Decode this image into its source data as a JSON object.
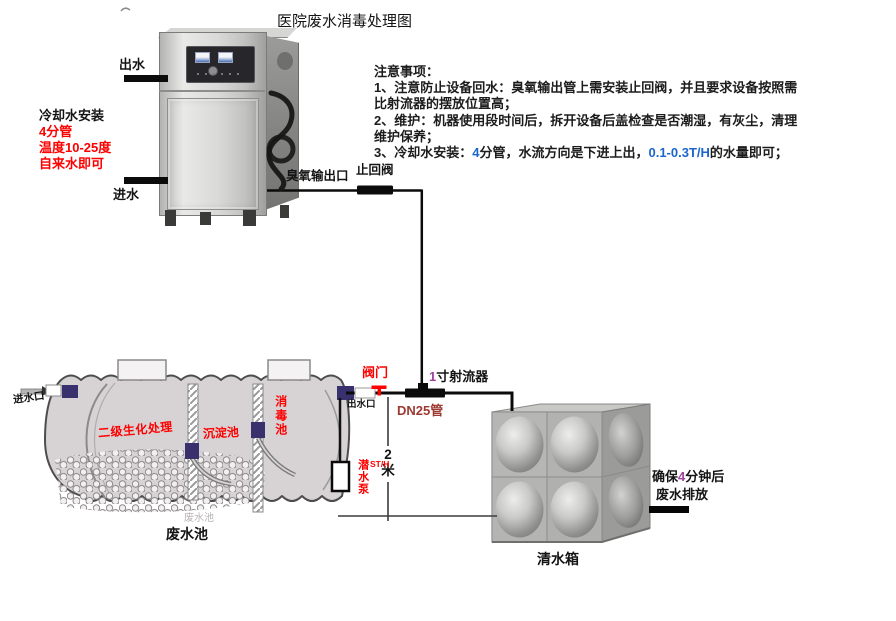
{
  "title": "医院废水消毒处理图",
  "colors": {
    "label_red": "#fe0000",
    "pipe_black": "#0b0b0b",
    "dn25_dark_red": "#9c3a32",
    "notes_blue": "#1a66cc",
    "number_purple": "#a0419c",
    "connector_navy": "#39306e"
  },
  "machine": {
    "out_label": "出水",
    "in_label": "进水",
    "ozone_out_label": "臭氧输出口",
    "check_valve_label": "止回阀",
    "cooling_lines": [
      "冷却水安装",
      "4分管",
      "温度10-25度",
      "自来水即可"
    ]
  },
  "notes": {
    "heading": "注意事项：",
    "line1": "1、注意防止设备回水：臭氧输出管上需安装止回阀，并且要求设备按照需",
    "line2": "比射流器的摆放位置高；",
    "line3": "2、维护：机器使用段时间后，拆开设备后盖检查是否潮湿，有灰尘，清理",
    "line4": "维护保养；",
    "line5_pre": "3、冷却水安装：",
    "line5_num": "4",
    "line5_mid": "分管，水流方向是下进上出，",
    "line5_rate": "0.1-0.3T/H",
    "line5_post": "的水量即可；"
  },
  "piping": {
    "valve_label": "阀门",
    "outlet_label": "出水口",
    "jet_num": "1",
    "jet_rest": "寸射流器",
    "pipe_label": "DN25管",
    "dim_value": "2",
    "dim_unit": "米"
  },
  "waste_tank": {
    "inlet_label": "进水口",
    "zone_bio": "二级生化处理",
    "zone_sediment": "沉淀池",
    "zone_disinfect": "消毒池",
    "pump_label": "潜水泵",
    "pump_spec": "ST/H",
    "name": "废水池",
    "watermark": "废水池"
  },
  "clean_tank": {
    "name": "清水箱",
    "note_pre": "确保",
    "note_num": "4",
    "note_post": "分钟后",
    "note_line2": "废水排放"
  }
}
